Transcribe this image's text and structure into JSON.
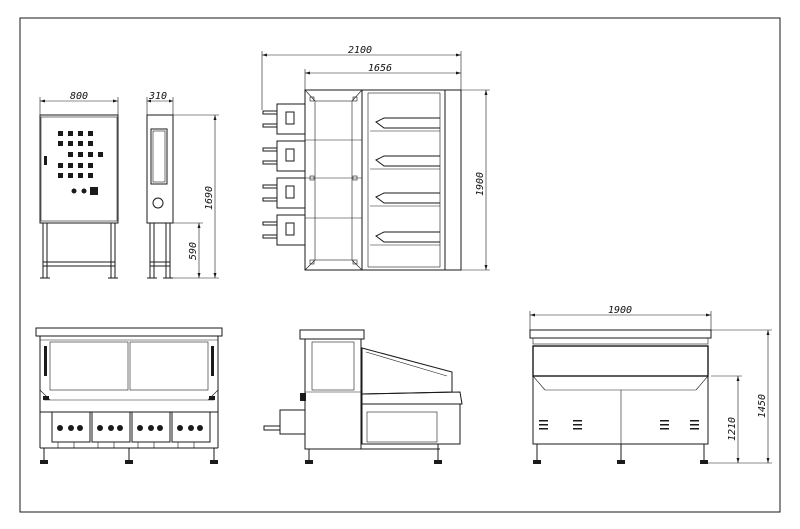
{
  "drawing": {
    "dimensions": {
      "cabinet_width": "800",
      "cabinet_depth": "310",
      "cabinet_height": "1690",
      "cabinet_leg_height": "590",
      "top_overall_width": "2100",
      "top_body_width": "1656",
      "top_overall_depth": "1900",
      "side_overall_length": "1900",
      "side_table_height": "1210",
      "side_overall_height": "1450"
    }
  }
}
